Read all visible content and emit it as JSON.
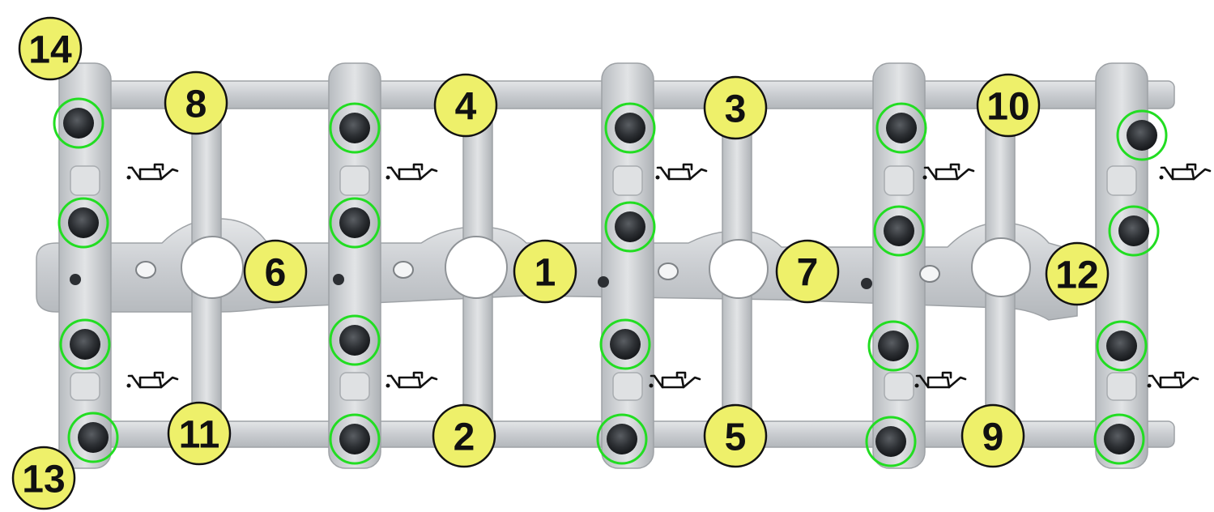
{
  "colors": {
    "badge_fill": "#eef06a",
    "badge_stroke": "#111111",
    "ring": "#22dd22",
    "casting": "#cfd1d3",
    "casting_dark": "#9ea2a6",
    "bolt": "#2c2f33"
  },
  "icons": {
    "bolt_marker": "bolt-head-icon",
    "oil_marker": "oil-can-icon"
  },
  "sequence": [
    {
      "label": "14"
    },
    {
      "label": "8"
    },
    {
      "label": "4"
    },
    {
      "label": "3"
    },
    {
      "label": "10"
    },
    {
      "label": "6"
    },
    {
      "label": "1"
    },
    {
      "label": "7"
    },
    {
      "label": "12"
    },
    {
      "label": "11"
    },
    {
      "label": "2"
    },
    {
      "label": "5"
    },
    {
      "label": "9"
    },
    {
      "label": "13"
    }
  ]
}
